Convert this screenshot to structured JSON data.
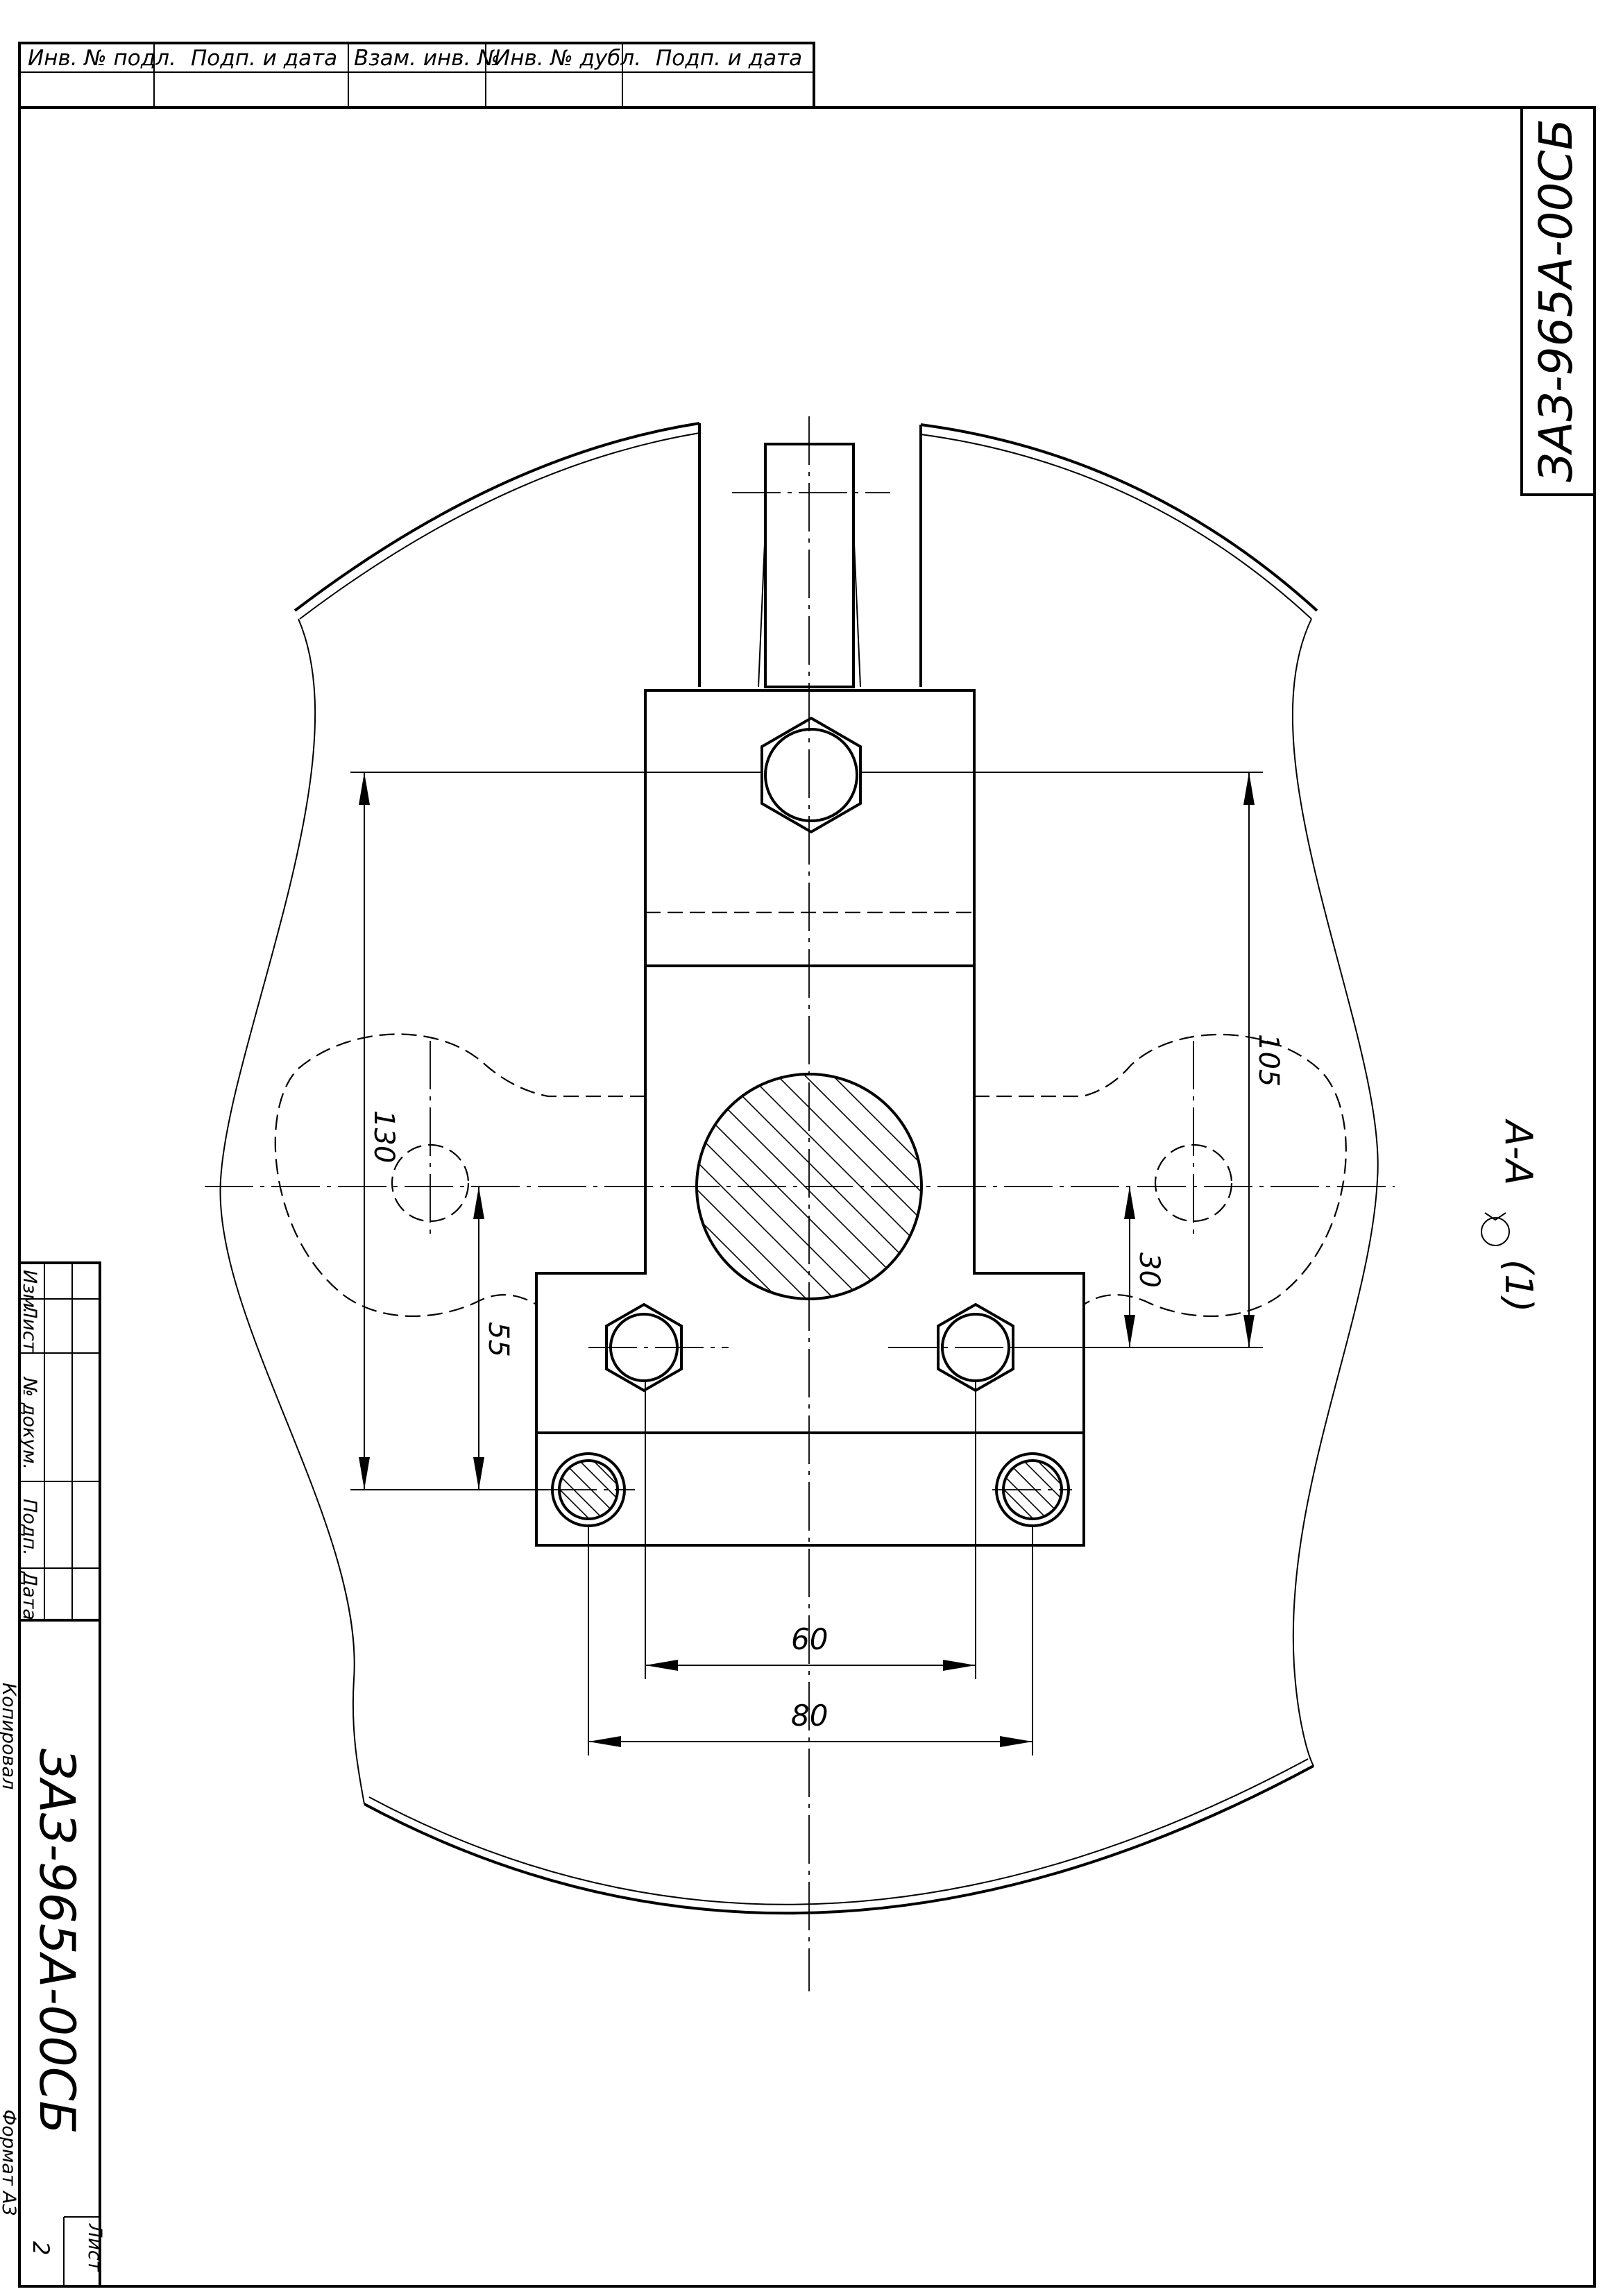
{
  "stamp_top": {
    "cells": [
      "Инв. № подл.",
      "Подп. и дата",
      "Взам. инв. №",
      "Инв. № дубл.",
      "Подп. и дата"
    ]
  },
  "stamp_left": {
    "cells": [
      "Изм.",
      "Лист",
      "№ докум.",
      "Подп.",
      "Дата"
    ]
  },
  "designation": "ЗАЗ-965А-00СБ",
  "title_block": {
    "designation": "ЗАЗ-965А-00СБ",
    "sheet_label": "Лист",
    "sheet_number": "2"
  },
  "section_label": "А-А",
  "section_rotation_note": "(1)",
  "footer": {
    "copied": "Копировал",
    "format": "Формат   А3"
  },
  "dimensions": {
    "d130": "130",
    "d105": "105",
    "d55": "55",
    "d30": "30",
    "d60": "60",
    "d80": "80"
  }
}
